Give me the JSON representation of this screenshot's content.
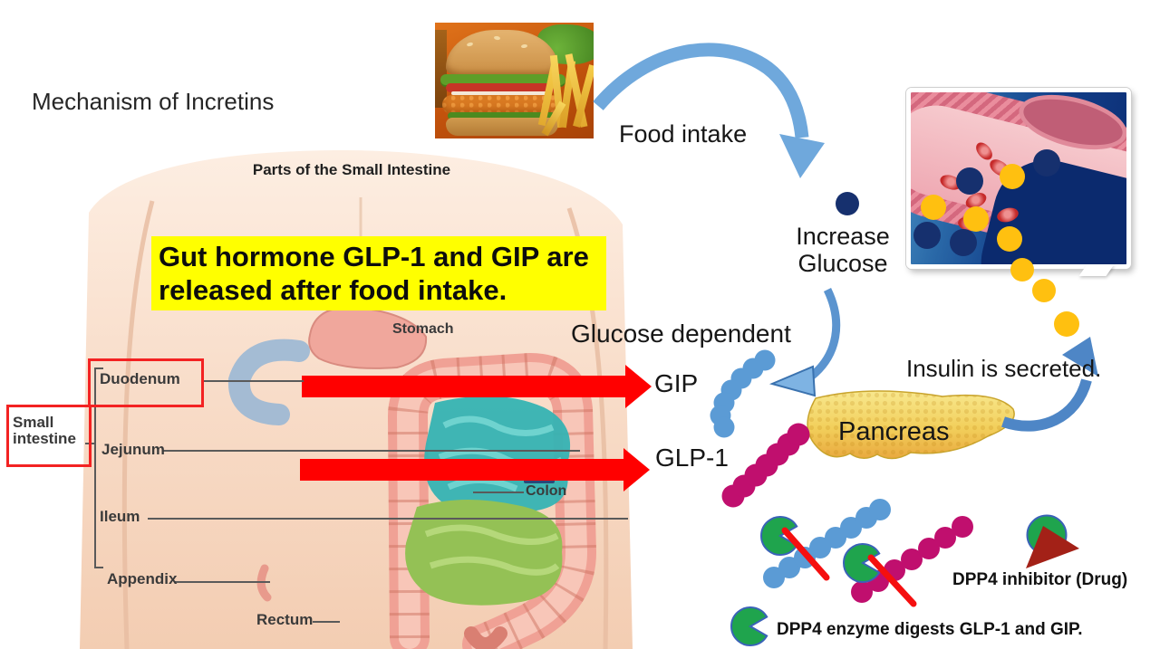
{
  "title": "Mechanism of Incretins",
  "anatomy": {
    "heading": "Parts of the Small Intestine",
    "labels": {
      "stomach": "Stomach",
      "duodenum": "Duodenum",
      "small_intestine_line1": "Small",
      "small_intestine_line2": "intestine",
      "jejunum": "Jejunum",
      "ileum": "Ileum",
      "appendix": "Appendix",
      "rectum": "Rectum",
      "colon": "Colon"
    }
  },
  "note": {
    "line1": "Gut hormone GLP-1 and GIP are",
    "line2": "released after food intake."
  },
  "flow": {
    "food_intake": "Food intake",
    "increase_line1": "Increase",
    "increase_line2": "Glucose",
    "glucose_dependent": "Glucose dependent",
    "gip": "GIP",
    "glp1": "GLP-1",
    "pancreas": "Pancreas",
    "insulin": "Insulin is secreted."
  },
  "legend": {
    "inhibitor": "DPP4 inhibitor (Drug)",
    "enzyme": "DPP4 enzyme digests GLP-1 and GIP."
  },
  "colors": {
    "highlight_yellow": "#FFFF00",
    "arrow_red": "#FF0000",
    "gip_blue": "#5B9BD5",
    "glp1_magenta": "#C00F6E",
    "enzyme_green": "#1FA44D",
    "glucose_navy": "#16306E",
    "insulin_yellow": "#FFC010",
    "flow_arrow_blue": "#6FA8DC",
    "inhibitor_dark_red": "#A32117"
  }
}
